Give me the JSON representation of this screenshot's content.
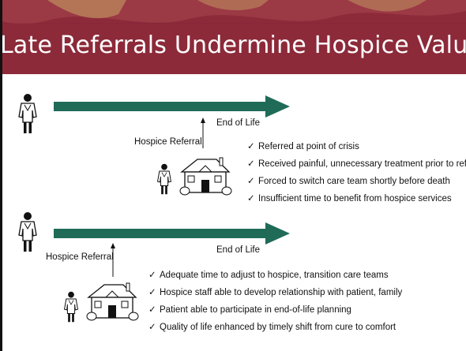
{
  "slide": {
    "title": "Late Referrals Undermine Hospice Value",
    "colors": {
      "banner": "#8c2a3a",
      "banner_accent": "#c9a865",
      "arrow": "#1f6b58"
    },
    "icons": {
      "person": "person-figure-icon",
      "house": "house-icon",
      "check": "check-mark-icon"
    }
  },
  "late_scenario": {
    "end_label": "End of Life",
    "referral_label": "Hospice Referral",
    "check_glyph": "✓",
    "points": [
      "Referred at point of crisis",
      "Received painful, unnecessary treatment prior to referral",
      "Forced to switch care team shortly before death",
      "Insufficient time to benefit from hospice services"
    ]
  },
  "early_scenario": {
    "end_label": "End of Life",
    "referral_label": "Hospice Referral",
    "check_glyph": "✓",
    "points": [
      "Adequate time to adjust to hospice, transition care teams",
      "Hospice staff able to develop relationship with patient, family",
      "Patient able to participate in end-of-life planning",
      "Quality of life enhanced by timely shift from cure to comfort"
    ]
  }
}
